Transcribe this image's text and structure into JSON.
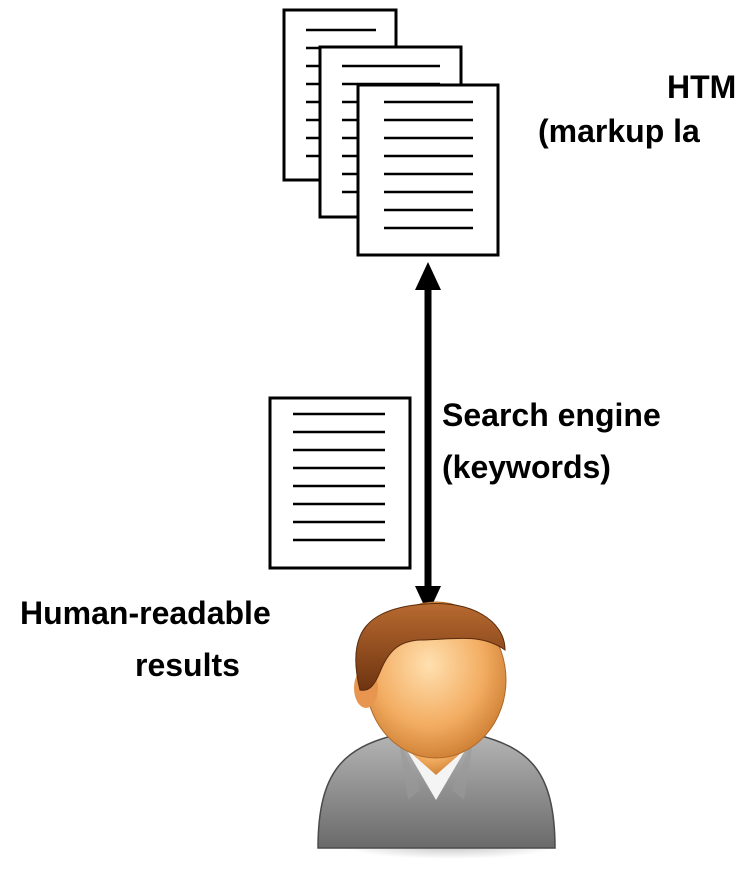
{
  "labels": {
    "html_line1": "HTM",
    "html_line2": "(markup la",
    "search_line1": "Search engine",
    "search_line2": "(keywords)",
    "human_line1": "Human-readable",
    "human_line2": "results"
  },
  "icons": {
    "documents": "document-stack-icon",
    "result_document": "document-icon",
    "user": "user-avatar-icon",
    "arrow": "double-arrow"
  },
  "colors": {
    "stroke": "#000000",
    "paper": "#ffffff",
    "skin": "#f0a860",
    "hair": "#8a4a1c",
    "shirt": "#8c8c8c"
  }
}
